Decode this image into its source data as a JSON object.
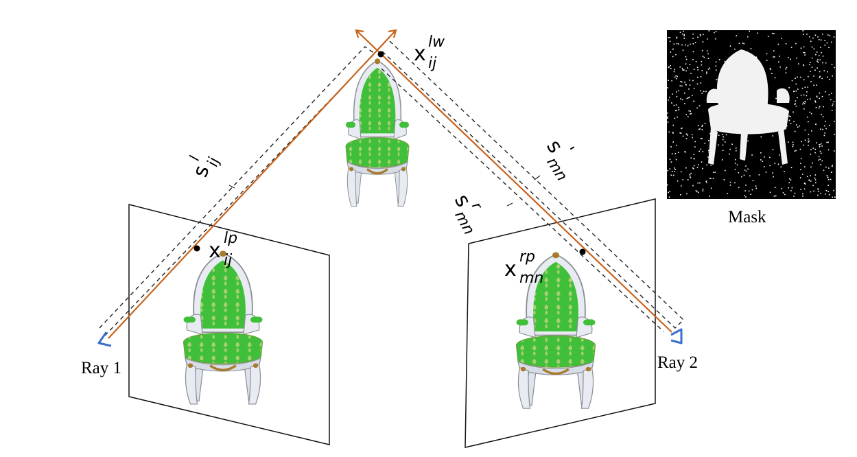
{
  "labels": {
    "ray1": "Ray 1",
    "ray2": "Ray 2",
    "mask": "Mask"
  },
  "points": {
    "xij_lw": {
      "base": "x",
      "sup": "lw",
      "sub": "ij"
    },
    "xij_lp": {
      "base": "x",
      "sup": "lp",
      "sub": "ij"
    },
    "xmn_rp": {
      "base": "x",
      "sup": "rp",
      "sub": "mn"
    }
  },
  "distances": {
    "s_ij_l": {
      "base": "s",
      "sup": "l",
      "sub": "ij"
    },
    "s_mn_r": {
      "base": "s",
      "sup": "r",
      "sub": "mn"
    },
    "s_mn_prime": {
      "base": "s",
      "sup": "'",
      "sub": "mn"
    }
  },
  "colors": {
    "ray": "#c8621a",
    "dashed": "#222222",
    "camera": "#3a6fd0",
    "plane": "#111111",
    "chair_fabric": "#3fbf3a",
    "chair_pattern": "#b9d27a",
    "chair_frame": "#e8ecf2",
    "chair_gold": "#a77a2c"
  }
}
